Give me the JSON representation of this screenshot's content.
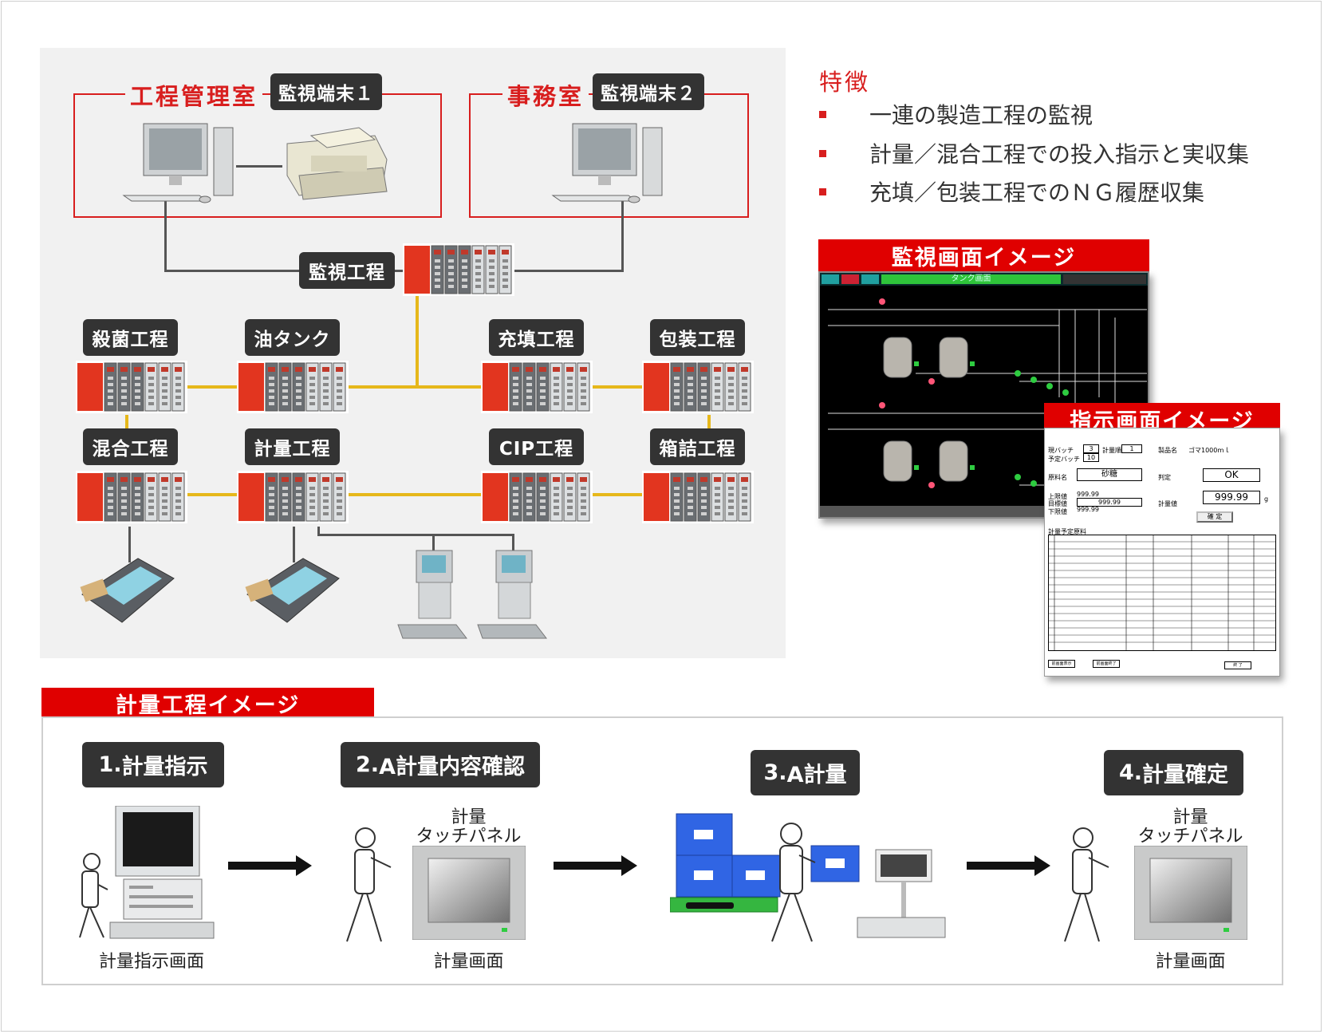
{
  "network": {
    "rooms": {
      "control_room": "工程管理室",
      "office": "事務室"
    },
    "terminals": {
      "terminal1": "監視端末１",
      "terminal2": "監視端末２"
    },
    "monitor_process": "監視工程",
    "processes": {
      "sterilize": "殺菌工程",
      "oil_tank": "油タンク",
      "filling": "充填工程",
      "packaging": "包装工程",
      "mixing": "混合工程",
      "weighing": "計量工程",
      "cip": "CIP工程",
      "boxing": "箱詰工程"
    }
  },
  "features": {
    "title": "特徴",
    "items": [
      "一連の製造工程の監視",
      "計量／混合工程での投入指示と実収集",
      "充填／包装工程でのＮＧ履歴収集"
    ]
  },
  "monitor_image": {
    "header": "監視画面イメージ",
    "bar_title": "タンク画面"
  },
  "instruction_image": {
    "header": "指示画面イメージ",
    "batch_label": "現バッチ",
    "batch_value": "3",
    "planned_batch_label": "予定バッチ",
    "planned_batch_value": "10",
    "weigh_count_label": "計量順",
    "weigh_count_value": "1",
    "product_label": "製品名",
    "product_value": "ゴマ1000ｍｌ",
    "material_label": "原料名",
    "material_value": "砂糖",
    "judge_label": "判定",
    "judge_value": "OK",
    "upper_label": "上限値",
    "upper_value": "999.99",
    "target_label": "目標値",
    "target_value": "999.99",
    "lower_label": "下限値",
    "lower_value": "999.99",
    "weight_label": "計量値",
    "weight_value": "999.99",
    "weight_unit": "g",
    "confirm_button": "確 定",
    "table_title": "計量予定原料",
    "footer_buttons": [
      "前画面表示",
      "前画面終了",
      "終 了"
    ]
  },
  "process_image": {
    "header": "計量工程イメージ",
    "steps": [
      {
        "num": "1.",
        "label": "計量指示"
      },
      {
        "num": "2.",
        "label": "A計量内容確認"
      },
      {
        "num": "3.",
        "label": "A計量"
      },
      {
        "num": "4.",
        "label": "計量確定"
      }
    ],
    "screen_labels": {
      "instruction": "計量指示画面",
      "weigh1": "計量画面",
      "weigh2": "計量画面"
    },
    "panel_labels": {
      "panel1_line1": "計量",
      "panel1_line2": "タッチパネル",
      "panel2_line1": "計量",
      "panel2_line2": "タッチパネル"
    }
  }
}
